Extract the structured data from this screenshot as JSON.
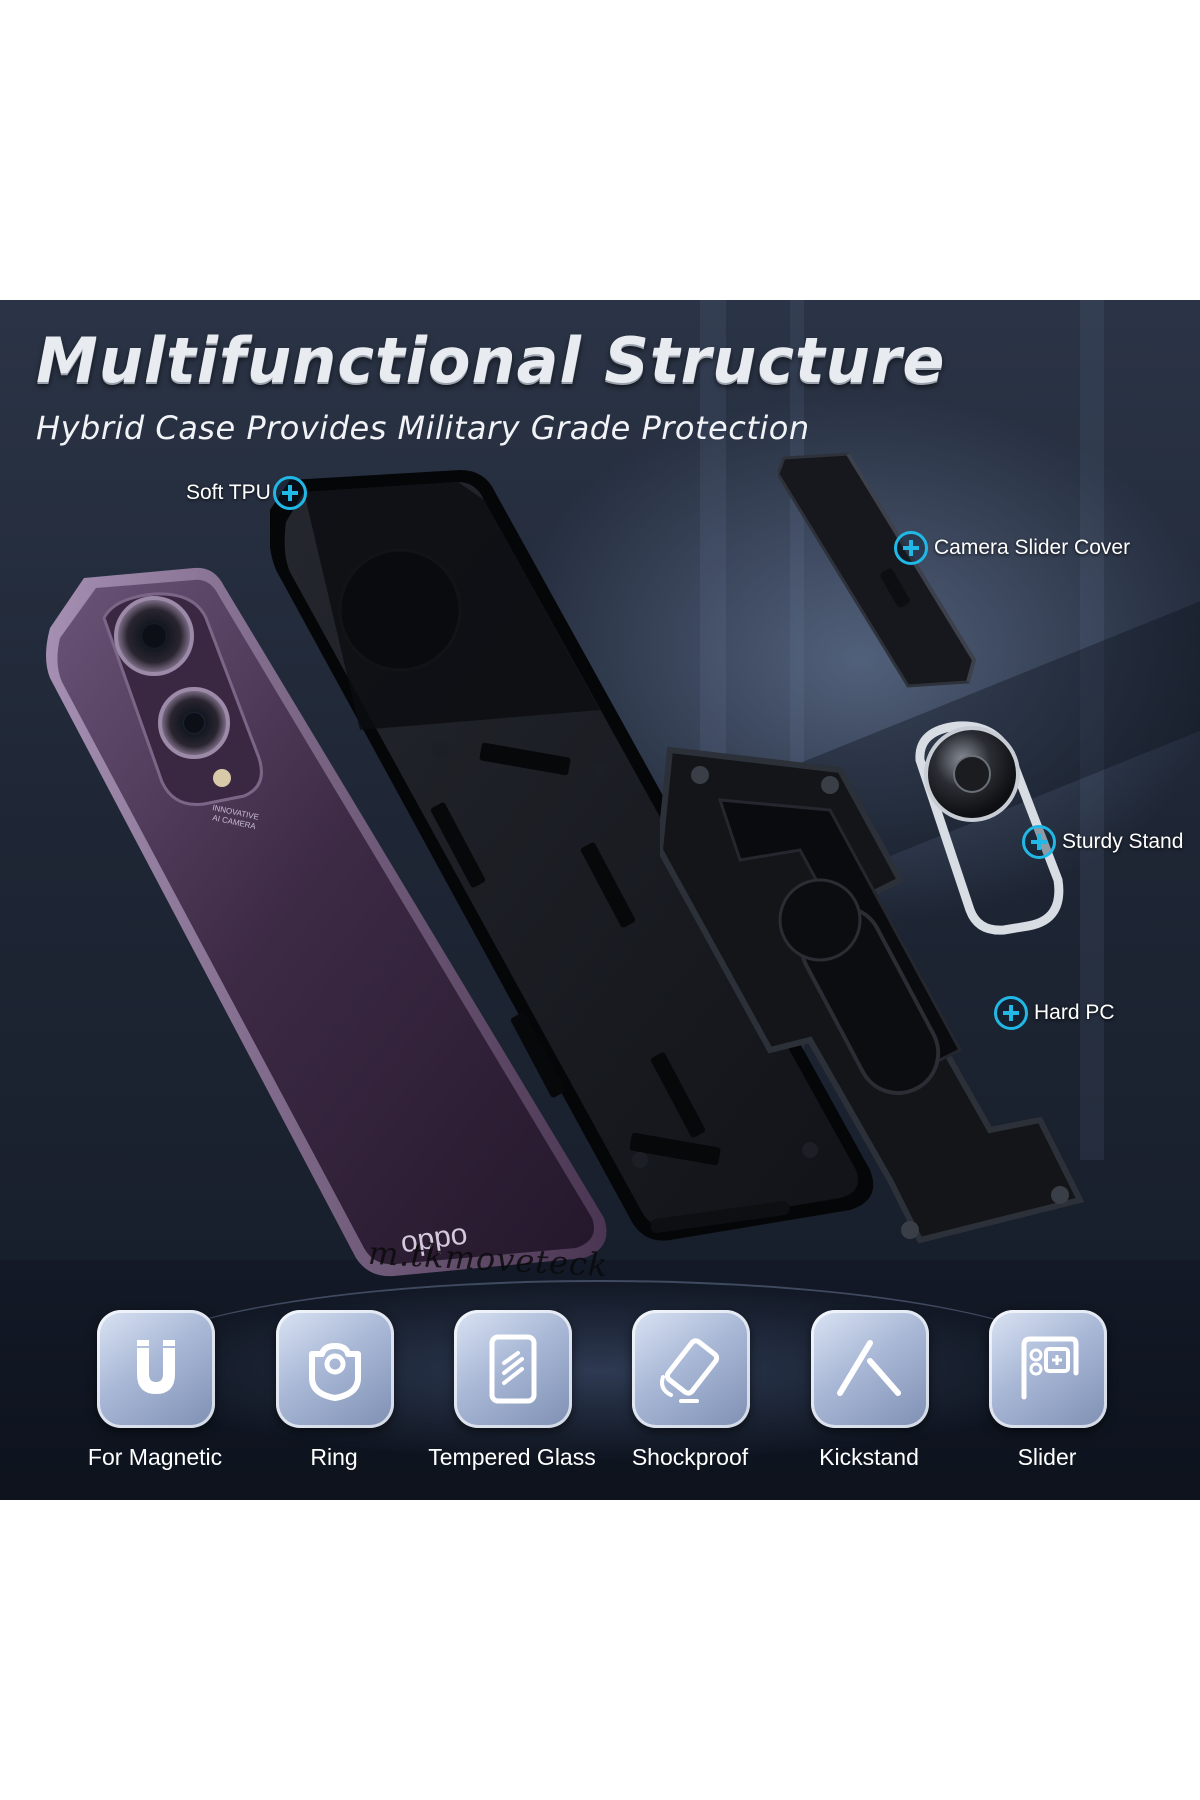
{
  "banner": {
    "title": "Multifunctional Structure",
    "subtitle": "Hybrid Case Provides Military Grade Protection"
  },
  "callouts": {
    "soft_tpu": "Soft TPU",
    "camera_slider_cover": "Camera Slider Cover",
    "sturdy_stand": "Sturdy Stand",
    "hard_pc": "Hard PC"
  },
  "phone": {
    "brand": "oppo",
    "camera_text_line1": "INNOVATIVE",
    "camera_text_line2": "AI CAMERA",
    "color": "#3d2a45"
  },
  "watermark": "m.tkmoveteck",
  "features": [
    {
      "label": "For Magnetic",
      "icon": "magnet-icon"
    },
    {
      "label": "Ring",
      "icon": "ring-icon"
    },
    {
      "label": "Tempered Glass",
      "icon": "tempered-glass-icon"
    },
    {
      "label": "Shockproof",
      "icon": "shockproof-icon"
    },
    {
      "label": "Kickstand",
      "icon": "kickstand-icon"
    },
    {
      "label": "Slider",
      "icon": "slider-icon"
    }
  ],
  "colors": {
    "accent": "#21b8e6",
    "background": "#1e2635",
    "tile": "#a9b8d6"
  }
}
